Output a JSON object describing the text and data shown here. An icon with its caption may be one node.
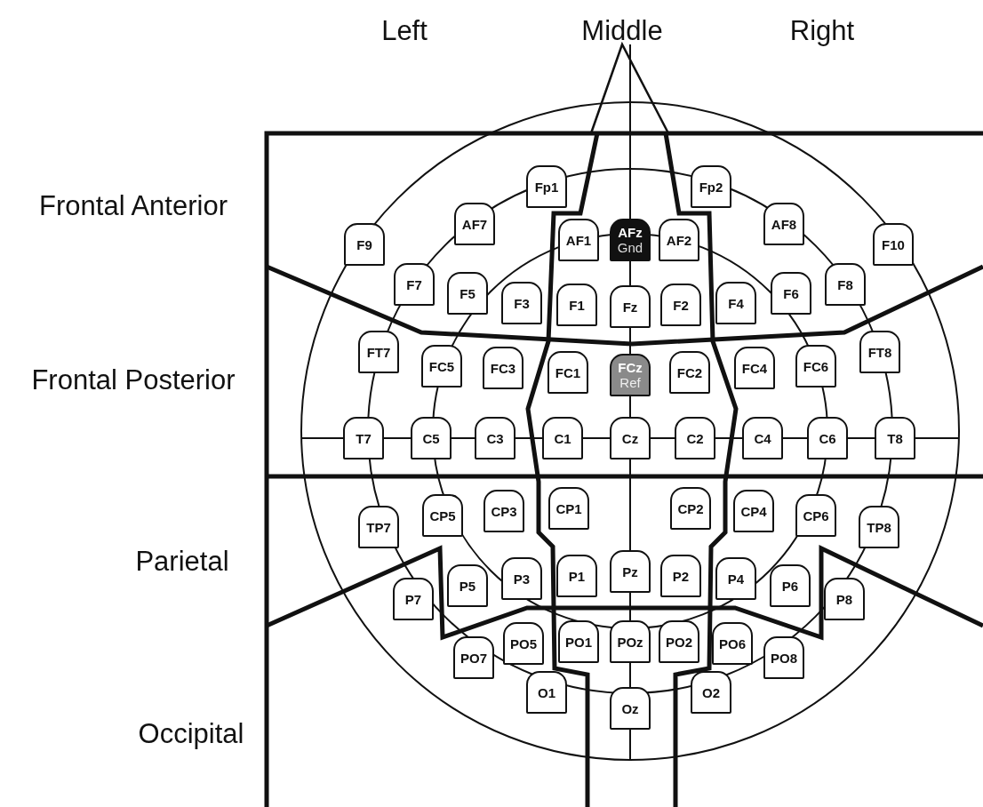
{
  "diagram": {
    "nodes": [
      {
        "text": [
          "Fp1"
        ]
      },
      {
        "text": [
          "Fp2"
        ]
      },
      {
        "text": [
          "AF7"
        ]
      },
      {
        "text": [
          "AF1"
        ]
      },
      {
        "text": [
          "AFz",
          "Gnd"
        ]
      },
      {
        "text": [
          "AF2"
        ]
      },
      {
        "text": [
          "AF8"
        ]
      },
      {
        "text": [
          "F9"
        ]
      },
      {
        "text": [
          "F10"
        ]
      },
      {
        "text": [
          "F7"
        ]
      },
      {
        "text": [
          "F5"
        ]
      },
      {
        "text": [
          "F3"
        ]
      },
      {
        "text": [
          "F1"
        ]
      },
      {
        "text": [
          "Fz"
        ]
      },
      {
        "text": [
          "F2"
        ]
      },
      {
        "text": [
          "F4"
        ]
      },
      {
        "text": [
          "F6"
        ]
      },
      {
        "text": [
          "F8"
        ]
      },
      {
        "text": [
          "FT7"
        ]
      },
      {
        "text": [
          "FC5"
        ]
      },
      {
        "text": [
          "FC3"
        ]
      },
      {
        "text": [
          "FC1"
        ]
      },
      {
        "text": [
          "FCz",
          "Ref"
        ]
      },
      {
        "text": [
          "FC2"
        ]
      },
      {
        "text": [
          "FC4"
        ]
      },
      {
        "text": [
          "FC6"
        ]
      },
      {
        "text": [
          "FT8"
        ]
      },
      {
        "text": [
          "T7"
        ]
      },
      {
        "text": [
          "C5"
        ]
      },
      {
        "text": [
          "C3"
        ]
      },
      {
        "text": [
          "C1"
        ]
      },
      {
        "text": [
          "Cz"
        ]
      },
      {
        "text": [
          "C2"
        ]
      },
      {
        "text": [
          "C4"
        ]
      },
      {
        "text": [
          "C6"
        ]
      },
      {
        "text": [
          "T8"
        ]
      },
      {
        "text": [
          "TP7"
        ]
      },
      {
        "text": [
          "CP5"
        ]
      },
      {
        "text": [
          "CP3"
        ]
      },
      {
        "text": [
          "CP1"
        ]
      },
      {
        "text": [
          "CP2"
        ]
      },
      {
        "text": [
          "CP4"
        ]
      },
      {
        "text": [
          "CP6"
        ]
      },
      {
        "text": [
          "TP8"
        ]
      },
      {
        "text": [
          "P7"
        ]
      },
      {
        "text": [
          "P5"
        ]
      },
      {
        "text": [
          "P3"
        ]
      },
      {
        "text": [
          "P1"
        ]
      },
      {
        "text": [
          "Pz"
        ]
      },
      {
        "text": [
          "P2"
        ]
      },
      {
        "text": [
          "P4"
        ]
      },
      {
        "text": [
          "P6"
        ]
      },
      {
        "text": [
          "P8"
        ]
      },
      {
        "text": [
          "PO7"
        ]
      },
      {
        "text": [
          "PO5"
        ]
      },
      {
        "text": [
          "PO1"
        ]
      },
      {
        "text": [
          "POz"
        ]
      },
      {
        "text": [
          "PO2"
        ]
      },
      {
        "text": [
          "PO6"
        ]
      },
      {
        "text": [
          "PO8"
        ]
      },
      {
        "text": [
          "O1"
        ]
      },
      {
        "text": [
          "Oz"
        ]
      },
      {
        "text": [
          "O2"
        ]
      }
    ],
    "labels": [
      "Left",
      "Middle",
      "Right",
      "Frontal Anterior",
      "Frontal Posterior",
      "Parietal",
      "Occipital"
    ]
  }
}
